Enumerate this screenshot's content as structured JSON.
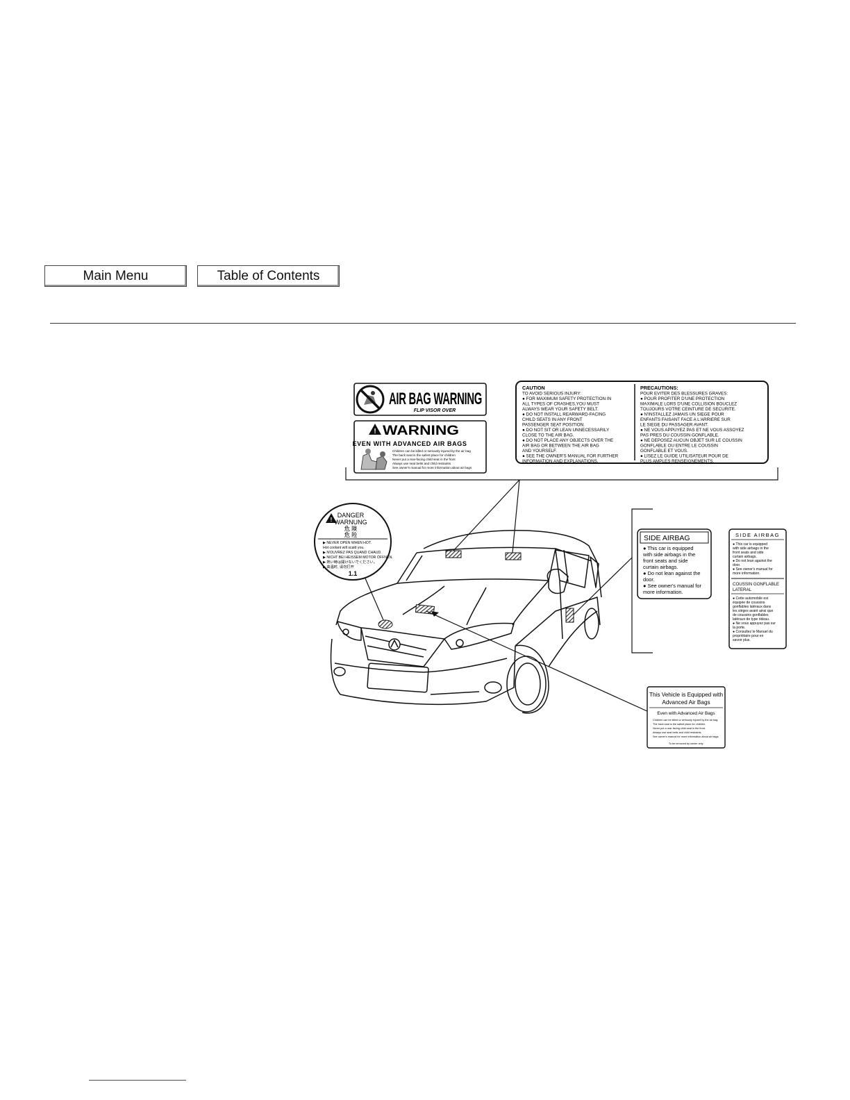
{
  "nav": {
    "main_menu": "Main Menu",
    "table_of_contents": "Table of Contents"
  },
  "visor_label": {
    "title": "AIR BAG WARNING",
    "subtitle": "FLIP VISOR OVER"
  },
  "warning_label": {
    "title": "WARNING",
    "subtitle": "EVEN WITH ADVANCED AIR BAGS",
    "bullets": [
      "Children can be killed or seriously injured by the air bag",
      "The back seat is the safest place for children",
      "Never put a rear-facing child seat in the front",
      "Always use seat belts and child restraints",
      "See owner's manual for more information about air bags"
    ]
  },
  "caution_label": {
    "en_heading": "CAUTION",
    "en_lines": [
      "TO AVOID SERIOUS INJURY:",
      "●  FOR MAXIMUM SAFETY PROTECTION IN",
      "    ALL TYPES OF CRASHES,YOU MUST",
      "    ALWAYS WEAR YOUR SAFETY BELT.",
      "●  DO NOT INSTALL REARWARD-FACING",
      "    CHILD SEATS IN ANY FRONT",
      "    PASSENGER SEAT POSITION.",
      "●  DO NOT SIT OR LEAN UNNECESSARILY",
      "    CLOSE TO THE AIR BAG.",
      "●  DO NOT PLACE ANY OBJECTS OVER THE",
      "    AIR BAG OR BETWEEN THE AIR BAG",
      "    AND YOURSELF.",
      "●  SEE THE OWNER'S MANUAL FOR FURTHER",
      "    INFORMATION AND EXPLANATIONS."
    ],
    "fr_heading": "PRECAUTIONS:",
    "fr_lines": [
      "POUR EVITER DES BLESSURES GRAVES:",
      "●  POUR PROFITER D'UNE PROTECTION",
      "    MAXIMALE LORS D'UNE COLLISION BOUCLEZ",
      "    TOUJOURS VOTRE CEINTURE DE SECURITE.",
      "●  N'INSTALLEZ JAMAIS UN SIEGE POUR",
      "    ENFANTS FAISANT FACE A L'ARRIERE SUR",
      "    LE SIEGE DU PASSAGER AVANT.",
      "●  NE VOUS APPUYEZ PAS ET NE VOUS ASSOYEZ",
      "    PAS PRES DU COUSSIN GONFLABLE.",
      "●  NE DEPOSEZ AUCUN OBJET SUR LE COUSSIN",
      "    GONFLABLE OU ENTRE LE COUSSIN",
      "    GONFLABLE ET VOUS.",
      "●  LISEZ LE GUIDE UTILISATEUR POUR DE",
      "    PLUS AMPLES RENSEIGNEMENTS."
    ]
  },
  "danger_label": {
    "lines": [
      "DANGER",
      "WARNUNG",
      "危    険",
      "危    险"
    ],
    "bullets": [
      "▶ NEVER OPEN WHEN HOT.",
      "   Hot coolant will scald you.",
      "▶ N'OUVREZ PAS QUAND CHAUD.",
      "▶ NICHT BEI HEISSEM MOTOR ÖFFNEN.",
      "▶ 熱い時は開けないでください。",
      "▶ 高温时, 请勿打开"
    ],
    "rating": "1.1"
  },
  "side_airbag_en": {
    "title": "SIDE AIRBAG",
    "lines": [
      "●  This car is equipped",
      "    with side airbags in the",
      "    front seats and side",
      "    curtain airbags.",
      "●  Do not lean against the",
      "    door.",
      "●  See owner's manual for",
      "    more information."
    ]
  },
  "side_airbag_bilingual": {
    "title_en": "SIDE AIRBAG",
    "lines_en": [
      "● This car is equipped",
      "   with side airbags in the",
      "   front seats and side",
      "   curtain airbags.",
      "● Do not lean against the",
      "   door.",
      "● See owner's manual for",
      "   more information."
    ],
    "title_fr_1": "COUSSIN  GONFLABLE",
    "title_fr_2": "LATERAL",
    "lines_fr": [
      "● Cette automobile est",
      "   équipée de coussins",
      "   gonflables latéraux dans",
      "   les sièges avant ainsi que",
      "   de coussins gonflables",
      "   latéraux de type rideau.",
      "● Ne vous appuyez pas sur",
      "   la porte.",
      "● Consultez le Manuel du",
      "   propriétaire pour en",
      "   savoir plus."
    ]
  },
  "advanced_label": {
    "title_1": "This Vehicle is Equipped with",
    "title_2": "Advanced Air Bags",
    "subtitle": "Even with Advanced Air Bags",
    "lines": [
      "Children can be killed or seriously injured by the air bag.",
      "The back seat is the safest place for children.",
      "Never put a rear-facing child seat in the front.",
      "Always use seat belts and child restraints.",
      "See owner's manual for more information about air bags."
    ],
    "footer": "To be removed by owner only."
  },
  "colors": {
    "ink": "#111111",
    "hatch": "#555555",
    "link": "#2a4ca8"
  }
}
